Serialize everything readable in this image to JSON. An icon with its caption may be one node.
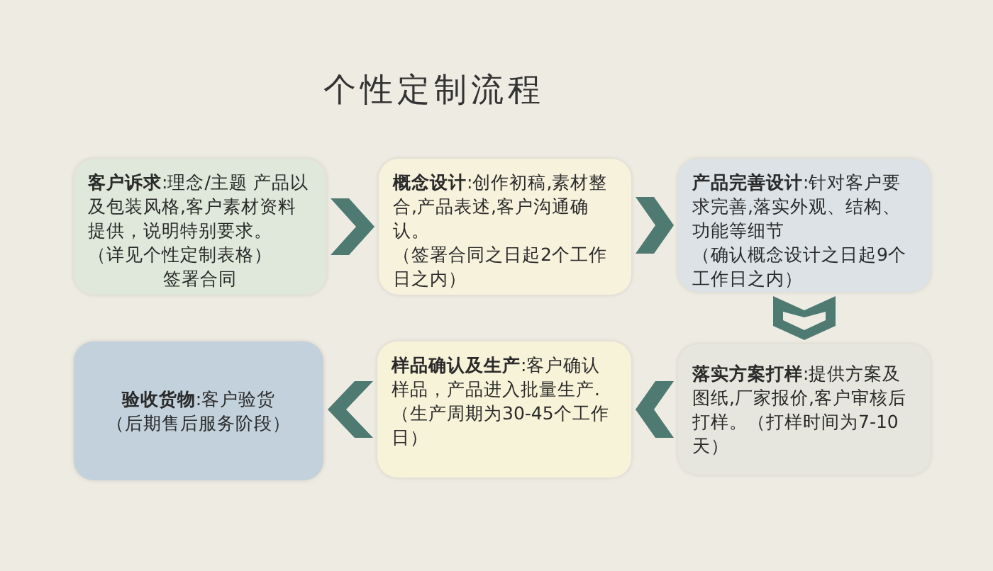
{
  "diagram": {
    "title": "个性定制流程",
    "nodes": [
      {
        "text": [
          "**客户诉求**:理念/主题 产品以及包装风格,客户素材资料提供，说明特别要求。",
          "（详见个性定制表格）",
          "签署合同"
        ]
      },
      {
        "text": [
          "**概念设计**:创作初稿,素材整合,产品表述,客户沟通确认。",
          "（签署合同之日起2个工作日之内）"
        ]
      },
      {
        "text": [
          "**产品完善设计**:针对客户要求完善,落实外观、结构、功能等细节",
          "（确认概念设计之日起9个工作日之内）"
        ]
      },
      {
        "text": [
          "**落实方案打样**:提供方案及图纸,厂家报价,客户审核后打样。（打样时间为7-10天）"
        ]
      },
      {
        "text": [
          "**样品确认及生产**:客户确认样品，产品进入批量生产.",
          "（生产周期为30-45个工作日）"
        ]
      },
      {
        "text": [
          "**验收货物**:客户验货",
          "（后期售后服务阶段）"
        ]
      }
    ],
    "edges": [
      {
        "from": 0,
        "to": 1,
        "arrow": "to"
      },
      {
        "from": 1,
        "to": 2,
        "arrow": "to"
      },
      {
        "from": 2,
        "to": 3,
        "arrow": "to"
      },
      {
        "from": 3,
        "to": 4,
        "arrow": "to"
      },
      {
        "from": 4,
        "to": 5,
        "arrow": "to"
      }
    ]
  }
}
